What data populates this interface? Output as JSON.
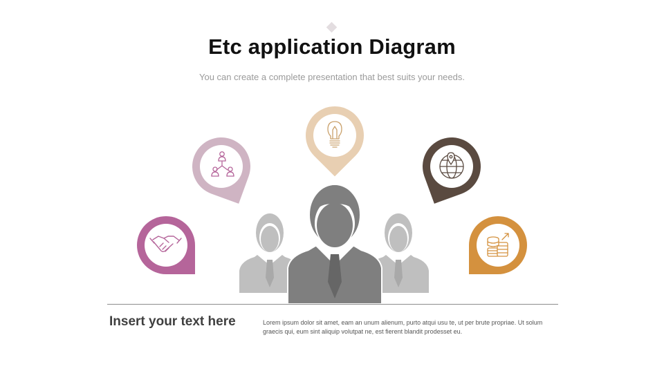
{
  "header": {
    "title": "Etc application Diagram",
    "subtitle": "You can create a complete presentation that best suits your needs."
  },
  "pins": [
    {
      "id": "handshake",
      "icon": "handshake-icon",
      "color": "#b5659a"
    },
    {
      "id": "network",
      "icon": "people-network-icon",
      "color": "#cfb4c3"
    },
    {
      "id": "idea",
      "icon": "lightbulb-icon",
      "color": "#e8cfb2"
    },
    {
      "id": "globe",
      "icon": "globe-location-icon",
      "color": "#5a4a40"
    },
    {
      "id": "coins",
      "icon": "coins-growth-icon",
      "color": "#d4913e"
    }
  ],
  "people": {
    "front_color": "#7f7f7f",
    "back_color": "#bfbfbf"
  },
  "footer": {
    "heading": "Insert your text here",
    "body": "Lorem ipsum dolor sit amet, eam an unum alienum, purto atqui usu te, ut per brute propriae. Ut solum graecis qui, eum sint aliquip volutpat ne, est fierent blandit prodesset eu."
  }
}
